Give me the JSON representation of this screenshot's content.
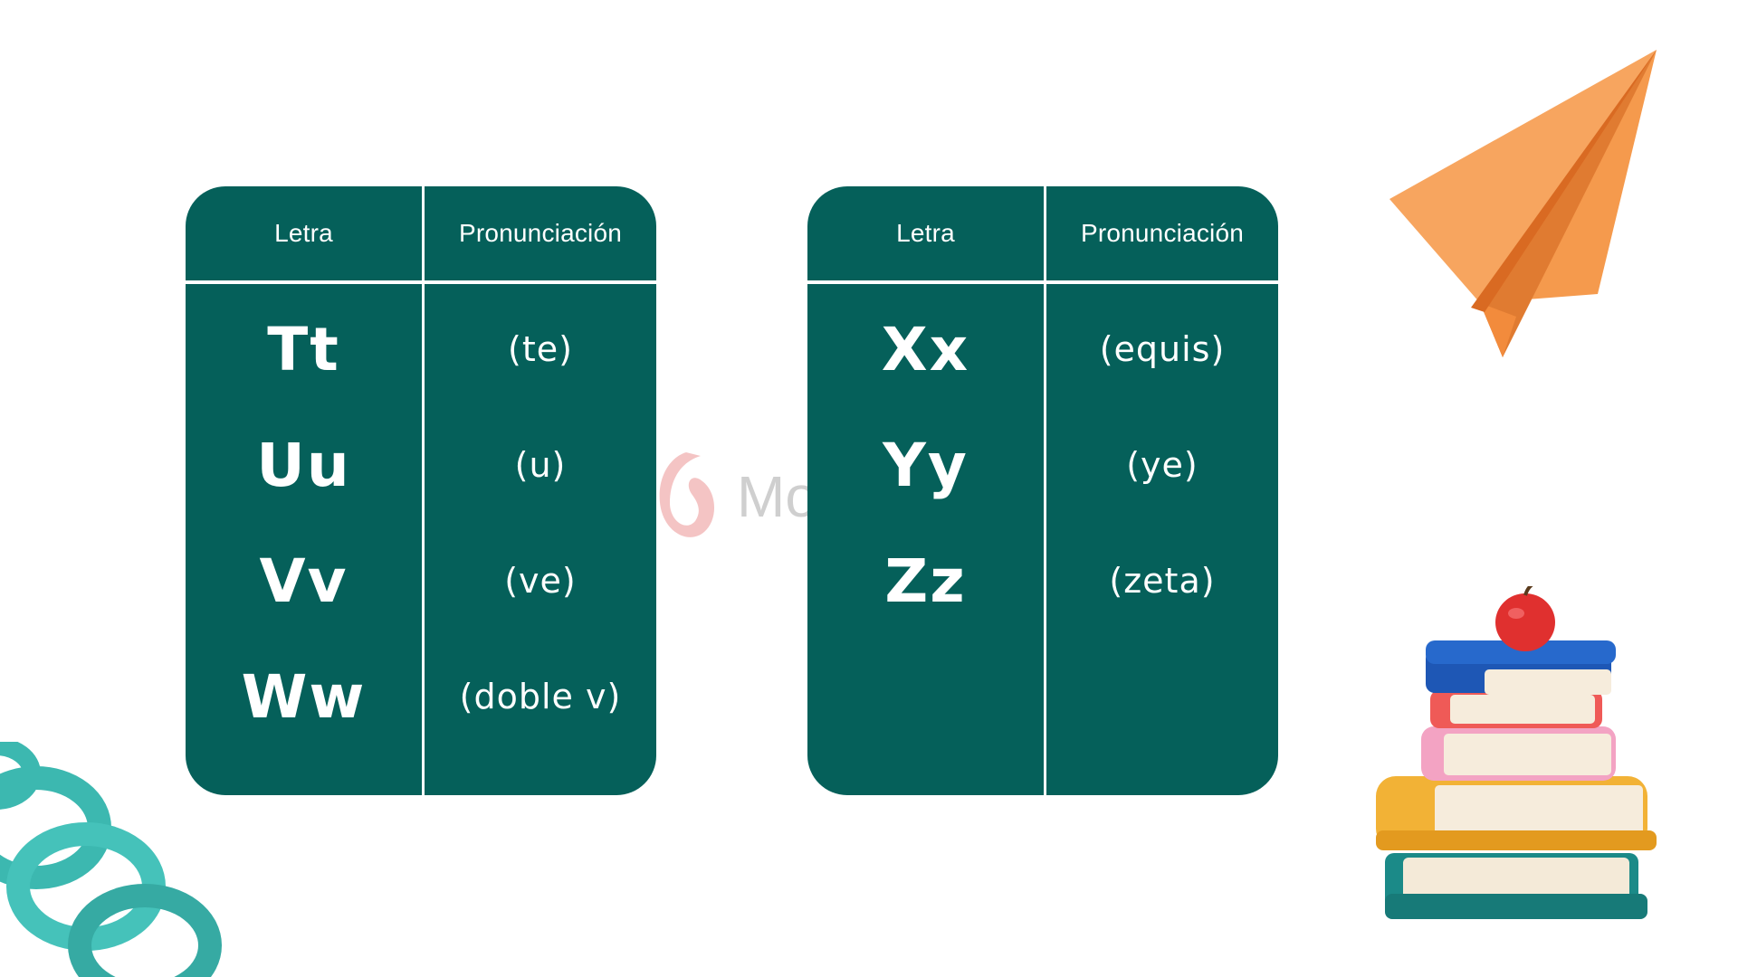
{
  "watermark": {
    "text": "Mo"
  },
  "tables": [
    {
      "headers": {
        "letter": "Letra",
        "pronunciation": "Pronunciación"
      },
      "rows": [
        {
          "letter": "Tt",
          "pronunciation": "(te)"
        },
        {
          "letter": "Uu",
          "pronunciation": "(u)"
        },
        {
          "letter": "Vv",
          "pronunciation": "(ve)"
        },
        {
          "letter": "Ww",
          "pronunciation": "(doble v)"
        }
      ]
    },
    {
      "headers": {
        "letter": "Letra",
        "pronunciation": "Pronunciación"
      },
      "rows": [
        {
          "letter": "Xx",
          "pronunciation": "(equis)"
        },
        {
          "letter": "Yy",
          "pronunciation": "(ye)"
        },
        {
          "letter": "Zz",
          "pronunciation": "(zeta)"
        }
      ]
    }
  ],
  "colors": {
    "table_bg": "#05605a",
    "text": "#ffffff",
    "plane": "#f7a55f",
    "spring": "#3cb8b0"
  },
  "decorations": [
    "paper-plane-icon",
    "book-stack-icon",
    "apple-icon",
    "spring-coil-icon"
  ]
}
